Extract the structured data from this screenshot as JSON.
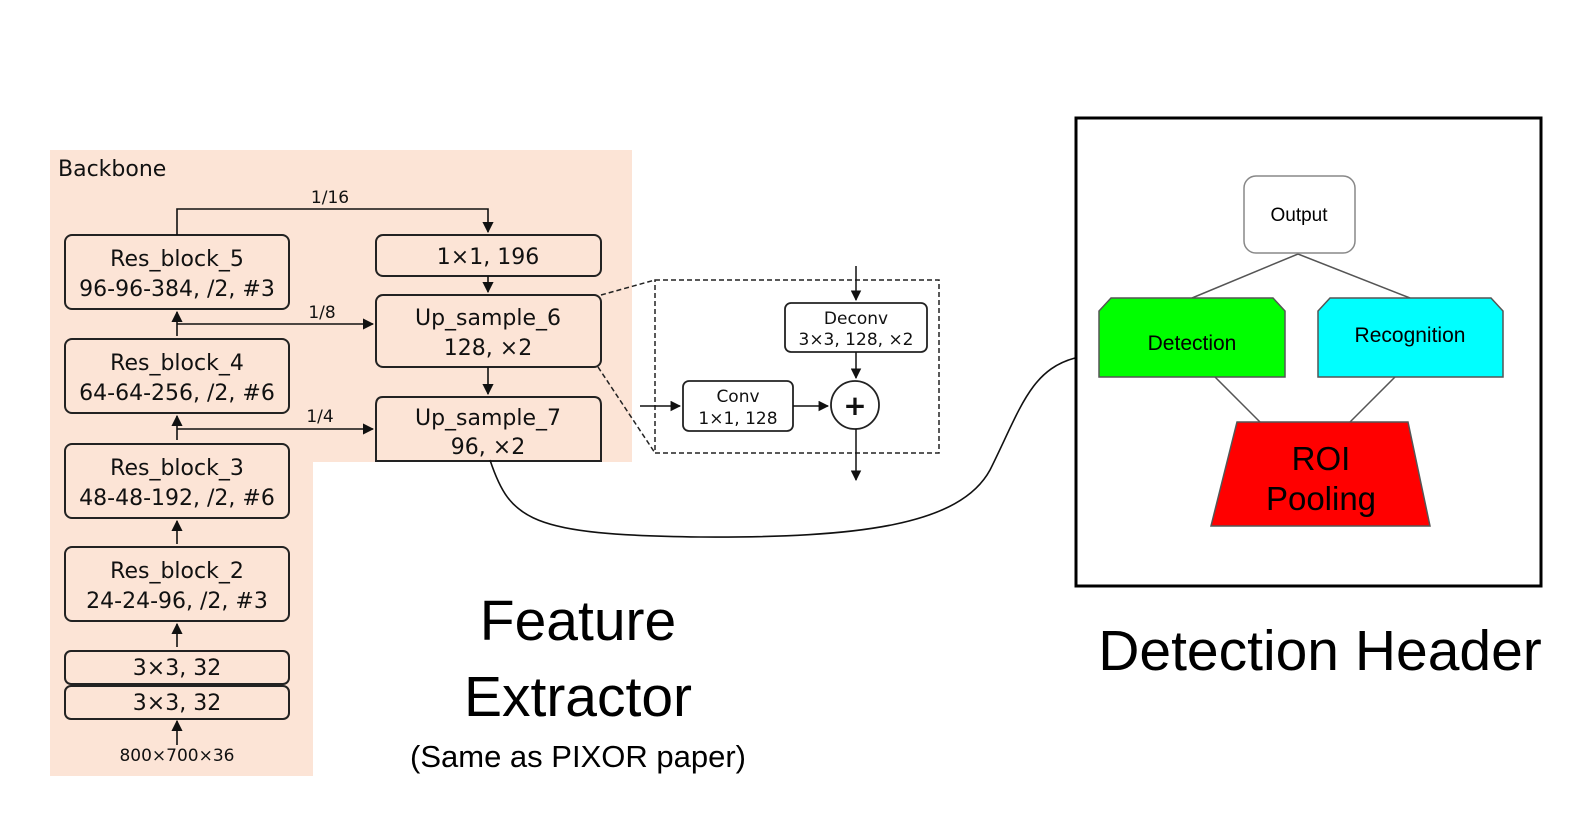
{
  "backbone": {
    "title": "Backbone",
    "res5": {
      "line1": "Res_block_5",
      "line2": "96-96-384, /2, #3"
    },
    "res4": {
      "line1": "Res_block_4",
      "line2": "64-64-256, /2, #6"
    },
    "res3": {
      "line1": "Res_block_3",
      "line2": "48-48-192, /2, #6"
    },
    "res2": {
      "line1": "Res_block_2",
      "line2": "24-24-96, /2, #3"
    },
    "conv_a": "3×3, 32",
    "conv_b": "3×3, 32",
    "input": "800×700×36",
    "conv1x1": "1×1, 196",
    "up6": {
      "line1": "Up_sample_6",
      "line2": "128, ×2"
    },
    "up7": {
      "line1": "Up_sample_7",
      "line2": "96, ×2"
    },
    "scale_16": "1/16",
    "scale_8": "1/8",
    "scale_4": "1/4"
  },
  "upsample_detail": {
    "deconv": {
      "line1": "Deconv",
      "line2": "3×3, 128, ×2"
    },
    "conv": {
      "line1": "Conv",
      "line2": "1×1, 128"
    },
    "add_symbol": "+"
  },
  "detection_header": {
    "output": "Output",
    "detection": "Detection",
    "recognition": "Recognition",
    "roi": {
      "line1": "ROI",
      "line2": "Pooling"
    },
    "caption": "Detection Header"
  },
  "feature_extractor": {
    "caption_line1": "Feature",
    "caption_line2": "Extractor",
    "note": "(Same as PIXOR paper)"
  },
  "colors": {
    "backbone_bg": "#fce4d6",
    "detection": "#00ff00",
    "recognition": "#00ffff",
    "roi": "#ff0000"
  }
}
